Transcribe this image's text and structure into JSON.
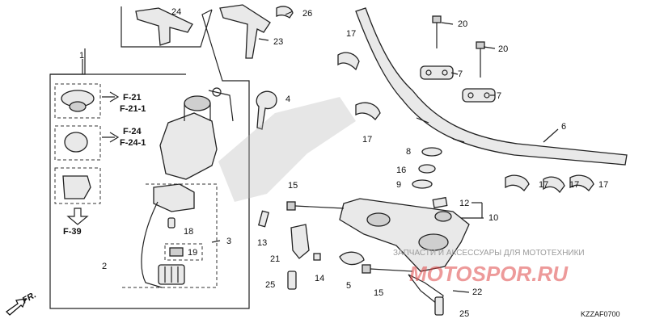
{
  "callouts": {
    "c1": "1",
    "c2": "2",
    "c3": "3",
    "c4": "4",
    "c5": "5",
    "c6": "6",
    "c7a": "7",
    "c7b": "7",
    "c8": "8",
    "c9": "9",
    "c10": "10",
    "c12": "12",
    "c13": "13",
    "c14": "14",
    "c15a": "15",
    "c15b": "15",
    "c16": "16",
    "c17a": "17",
    "c17b": "17",
    "c17c": "17",
    "c17d": "17",
    "c17e": "17",
    "c18": "18",
    "c19": "19",
    "c20a": "20",
    "c20b": "20",
    "c21": "21",
    "c22": "22",
    "c23": "23",
    "c24": "24",
    "c25a": "25",
    "c25b": "25",
    "c26": "26"
  },
  "refs": {
    "f21": "F-21",
    "f21_1": "F-21-1",
    "f24": "F-24",
    "f24_1": "F-24-1",
    "f39": "F-39"
  },
  "direction_label": "FR.",
  "diagram_code": "KZZAF0700",
  "watermark": {
    "text": "ЗАПЧАСТИ И АКСЕССУАРЫ ДЛЯ МОТОТЕХНИКИ",
    "logo": "MOTOSPOR.RU"
  },
  "colors": {
    "line": "#222222",
    "part_fill": "#e9e9e9",
    "watermark_red": "#e04848"
  }
}
